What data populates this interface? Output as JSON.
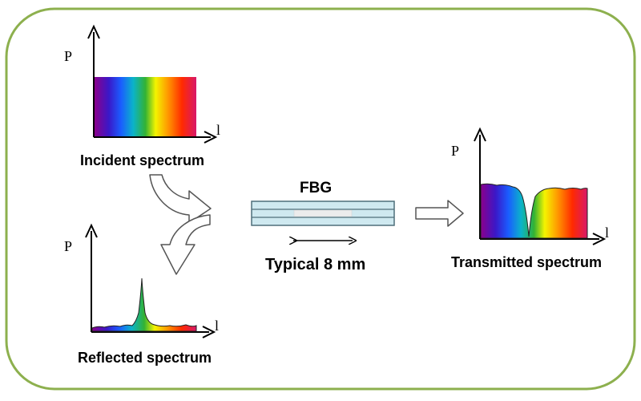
{
  "colors": {
    "frame_border": "#8db04e",
    "fiber_core": "#cfe9f0",
    "fiber_edge": "#4f6f7a",
    "grating": "#ececec",
    "spectrum": [
      "#8b008b",
      "#3a18c8",
      "#1a5dff",
      "#0bb3c9",
      "#33b233",
      "#f4f400",
      "#ff9900",
      "#ff2a00",
      "#d8186a"
    ]
  },
  "incident": {
    "axis_y": "P",
    "axis_x": "l",
    "label": "Incident spectrum"
  },
  "reflected": {
    "axis_y": "P",
    "axis_x": "l",
    "label": "Reflected spectrum"
  },
  "transmitted": {
    "axis_y": "P",
    "axis_x": "l",
    "label": "Transmitted spectrum"
  },
  "fbg": {
    "title": "FBG",
    "length_label": "Typical 8 mm"
  }
}
